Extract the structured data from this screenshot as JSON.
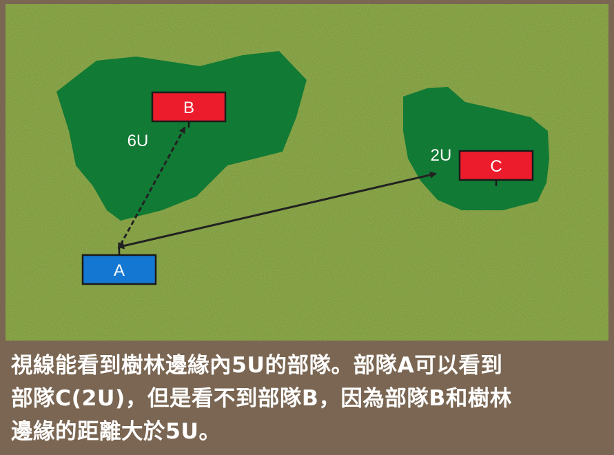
{
  "units": {
    "a": {
      "label": "A",
      "color": "#1478d2"
    },
    "b": {
      "label": "B",
      "color": "#ec1c2c"
    },
    "c": {
      "label": "C",
      "color": "#ec1c2c"
    }
  },
  "distances": {
    "ab": "6U",
    "ac": "2U"
  },
  "caption": {
    "line1": "視線能看到樹林邊緣內5U的部隊。部隊A可以看到",
    "line2": "部隊C(2U)，但是看不到部隊B，因為部隊B和樹林",
    "line3": "邊緣的距離大於5U。"
  },
  "colors": {
    "field": "#7d9a3c",
    "forest": "#117a35",
    "frame": "#7a6652",
    "arrow": "#222222"
  }
}
